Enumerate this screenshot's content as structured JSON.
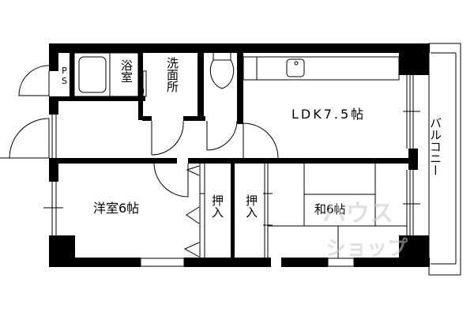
{
  "floorplan": {
    "rooms": {
      "ps": "PS",
      "bath": "浴室",
      "washroom": "洗面所",
      "ldk": "LDK7.5帖",
      "western_room": "洋室6帖",
      "closet_1": "押入",
      "closet_2": "押入",
      "japanese_room": "和6帖",
      "balcony": "バルコニー"
    },
    "watermark": {
      "line1": "ハウス",
      "line2": "ショップ"
    },
    "colors": {
      "wall": "#000000",
      "background": "#ffffff",
      "watermark": "#c8c8c8"
    }
  }
}
